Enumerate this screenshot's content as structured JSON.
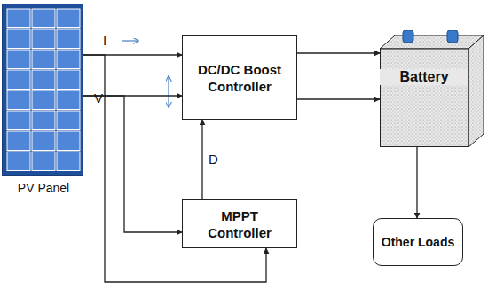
{
  "diagram": {
    "nodes": [
      {
        "text": [
          "PV Panel"
        ]
      },
      {
        "text": [
          "DC/DC Boost Controller"
        ]
      },
      {
        "text": [
          "MPPT Controller"
        ]
      },
      {
        "text": [
          "Battery"
        ]
      },
      {
        "text": [
          "Other Loads"
        ]
      }
    ],
    "edges": [
      {
        "from": 0,
        "to": 1,
        "arrow": "to"
      },
      {
        "from": 0,
        "to": 1,
        "arrow": "to"
      },
      {
        "from": 0,
        "to": 2,
        "arrow": "to"
      },
      {
        "from": 0,
        "to": 2,
        "arrow": "to"
      },
      {
        "from": 2,
        "to": 1,
        "label": "D",
        "arrow": "to"
      },
      {
        "from": 1,
        "to": 3,
        "arrow": "to"
      },
      {
        "from": 1,
        "to": 3,
        "arrow": "to"
      },
      {
        "from": 3,
        "to": 4,
        "arrow": "to"
      }
    ],
    "labels": [
      "I",
      "V"
    ]
  }
}
